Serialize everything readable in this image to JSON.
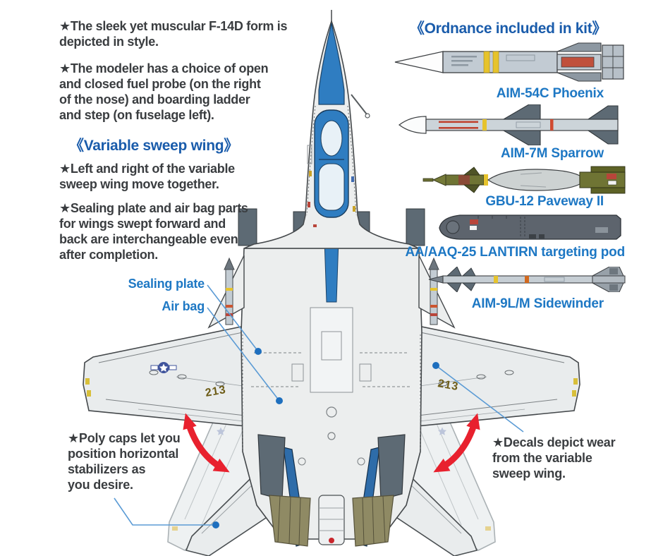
{
  "left_column": {
    "para1": "★The sleek yet muscular F-14D form is\ndepicted in style.",
    "para2": "★The modeler has a choice of open\nand closed fuel probe (on the right\nof the nose) and boarding ladder\nand step (on fuselage left).",
    "heading": "《Variable sweep wing》",
    "para3": "★Left and right of the variable\nsweep wing move together.",
    "para4": "★Sealing plate and air bag parts\nfor wings swept forward and\nback are interchangeable even\nafter completion."
  },
  "callouts": {
    "sealing_plate": "Sealing plate",
    "air_bag": "Air bag",
    "poly_caps": "★Poly caps let you\nposition horizontal\nstabilizers as\nyou desire.",
    "decals": "★Decals depict wear\nfrom the variable\nsweep wing."
  },
  "ordnance": {
    "heading": "《Ordnance included in kit》",
    "items": [
      {
        "label": "AIM-54C Phoenix",
        "icon": "phoenix-missile-graphic"
      },
      {
        "label": "AIM-7M Sparrow",
        "icon": "sparrow-missile-graphic"
      },
      {
        "label": "GBU-12 Paveway II",
        "icon": "paveway-bomb-graphic"
      },
      {
        "label": "AA/AAQ-25 LANTIRN targeting pod",
        "icon": "lantirn-pod-graphic"
      },
      {
        "label": "AIM-9L/M Sidewinder",
        "icon": "sidewinder-missile-graphic"
      }
    ]
  },
  "aircraft": {
    "name": "F-14D Tomcat top view",
    "modex": "213"
  },
  "colors": {
    "heading_blue": "#1a5cab",
    "label_blue": "#1e78c4",
    "body_text": "#3a3d40",
    "arrow_red": "#e8212e",
    "pointer_blue": "#5b9bd5",
    "airframe_gray": "#eceeee",
    "canopy_blue": "#2f7dc1",
    "dark_gray": "#5d6a74",
    "nozzle_olive": "#8f8a64"
  }
}
